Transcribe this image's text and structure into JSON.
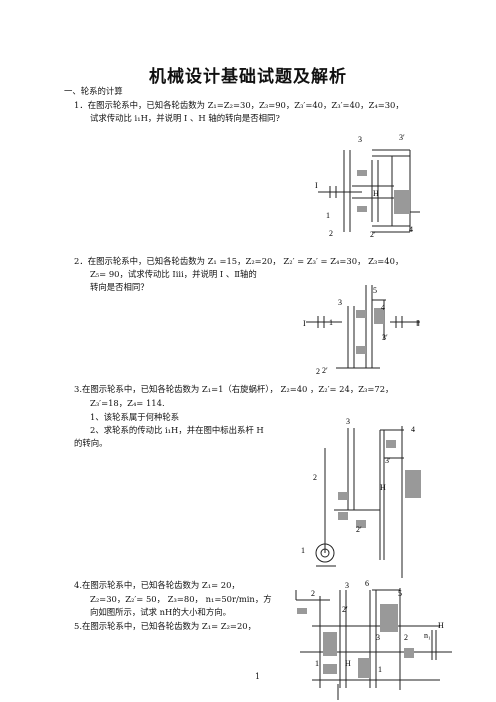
{
  "doc": {
    "title": "机械设计基础试题及解析",
    "section": "一、轮系的计算",
    "page_number": "1"
  },
  "q1": {
    "line1": "1．在图示轮系中，已知各轮齿数为 Z₁=Z₂=30，Z₃=90，Z₃′=40，Z₃′=40，Z₄=30，",
    "line2": "试求传动比 i₁H，并说明 I 、H 轴的转向是否相同?",
    "labels": {
      "g3": "3",
      "g3p": "3′",
      "axI": "I",
      "H": "H",
      "g1": "1",
      "g2": "2",
      "g2p": "2′",
      "g4": "4"
    }
  },
  "q2": {
    "line1": "2．在图示轮系中，已知各轮齿数为 Z₁ =15，Z₂=20，   Z₂′ = Z₃′ = Z₄=30，   Z₃=40，",
    "line2": "Z₅= 90，试求传动比 Iⅰⅱ，并说明 I 、Ⅱ轴的",
    "line3": "转向是否相同？",
    "labels": {
      "g5": "5",
      "g4": "4",
      "g3": "3",
      "g1": "1",
      "axI": "I",
      "axII": "Ⅱ",
      "g3p": "3′",
      "g2": "2",
      "g2p": "2′"
    }
  },
  "q3": {
    "line1": "3.在图示轮系中，已知各轮齿数为 Z₁=1（右旋蜗杆），   Z₂=40 ，Z₂′= 24，Z₃=72，",
    "line2": "Z₃′=18，Z₄= 114.",
    "line3": "1、该轮系属于何种轮系",
    "line4": "2、求轮系的传动比 i₁H，并在图中标出系杆 H",
    "line5": "的转向。",
    "labels": {
      "g3": "3",
      "g4": "4",
      "g3p": "3′",
      "H": "H",
      "g2": "2",
      "g2p": "2′",
      "g1": "1"
    }
  },
  "q4": {
    "line1": "4.在图示轮系中，已知各轮齿数为  Z₁= 20，",
    "line2": "Z₂=30，Z₂′= 50，  Z₃=80，  n₁=50r/min，方",
    "line3": "向如图所示，试求 nH的大小和方向。",
    "labels": {
      "g2": "2",
      "g3": "3",
      "g6": "6",
      "g5": "5",
      "g2p": "2′",
      "H": "H",
      "n1": "n₁",
      "g1": "1",
      "H2": "H",
      "g3b": "3",
      "g1b": "1",
      "g2b": "2"
    }
  },
  "q5": {
    "line1": "5.在图示轮系中，已知各轮齿数为 Z₁= Z₂=20，"
  }
}
